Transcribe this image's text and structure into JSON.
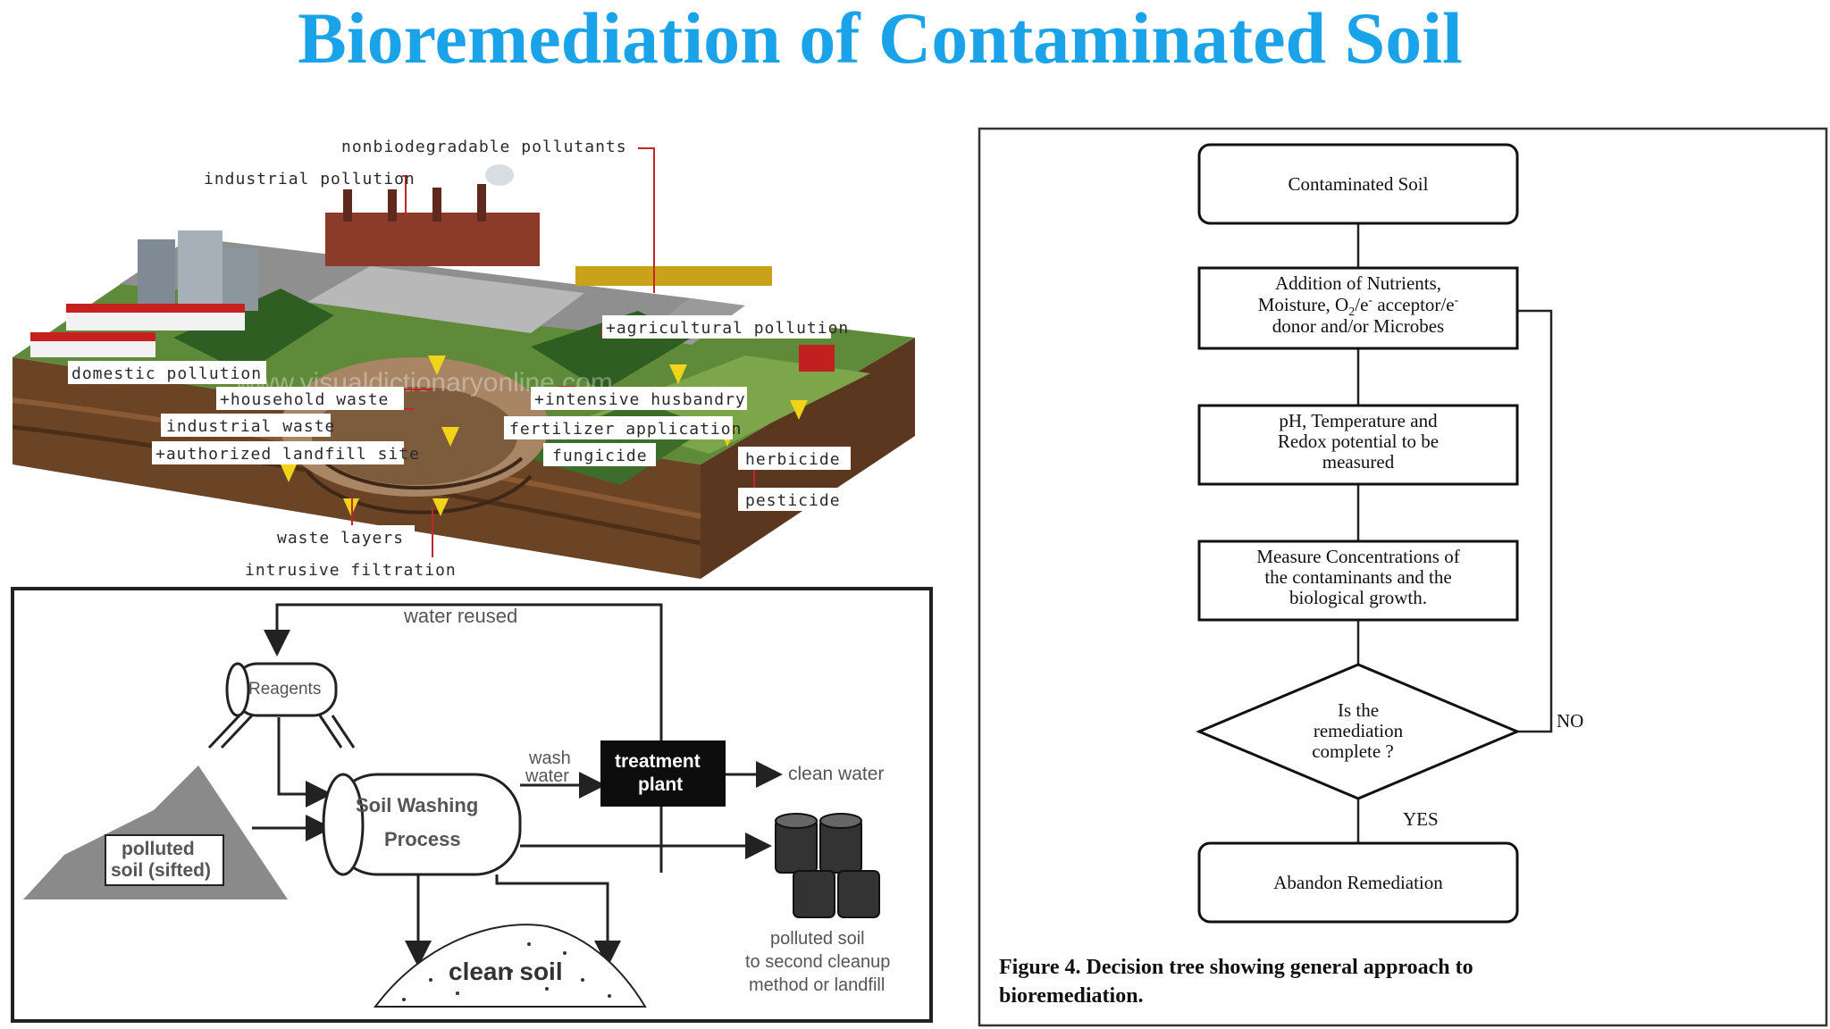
{
  "page": {
    "title": "Bioremediation of Contaminated Soil"
  },
  "illustration": {
    "watermark": "www.visualdictionaryonline.com",
    "labels": {
      "nonbiodegradable": "nonbiodegradable pollutants",
      "industrial_pollution": "industrial pollution",
      "agricultural_pollution": "+agricultural pollution",
      "domestic_pollution": "domestic pollution",
      "household_waste": "+household waste",
      "intensive_husbandry": "+intensive husbandry",
      "industrial_waste": "industrial waste",
      "fertilizer_application": "fertilizer application",
      "authorized_landfill": "+authorized landfill site",
      "fungicide": "fungicide",
      "herbicide": "herbicide",
      "pesticide": "pesticide",
      "waste_layers": "waste layers",
      "intrusive_filtration": "intrusive filtration"
    }
  },
  "soil_washing": {
    "water_reused": "water reused",
    "reagents": "Reagents",
    "process_line1": "Soil Washing",
    "process_line2": "Process",
    "wash_line1": "wash",
    "wash_line2": "water",
    "treatment_line1": "treatment",
    "treatment_line2": "plant",
    "clean_water": "clean water",
    "polluted_line1": "polluted",
    "polluted_line2": "soil (sifted)",
    "clean_soil": "clean soil",
    "second_line1": "polluted soil",
    "second_line2": "to second cleanup",
    "second_line3": "method or landfill"
  },
  "flowchart": {
    "contaminated": "Contaminated Soil",
    "addition_line1": "Addition of Nutrients,",
    "addition_line2": "Moisture, O",
    "addition_sub": "2",
    "addition_line2b": "/e",
    "addition_sup1": "-",
    "addition_line2c": " acceptor/e",
    "addition_sup2": "-",
    "addition_line3": "donor and/or Microbes",
    "ph_line1": "pH, Temperature and",
    "ph_line2": "Redox potential to be",
    "ph_line3": "measured",
    "measure_line1": "Measure Concentrations of",
    "measure_line2": "the contaminants and the",
    "measure_line3": "biological growth.",
    "decision_line1": "Is the",
    "decision_line2": "remediation",
    "decision_line3": "complete ?",
    "no_label": "NO",
    "yes_label": "YES",
    "abandon": "Abandon Remediation",
    "caption_line1": "Figure 4. Decision tree showing general approach to",
    "caption_line2": "bioremediation."
  }
}
